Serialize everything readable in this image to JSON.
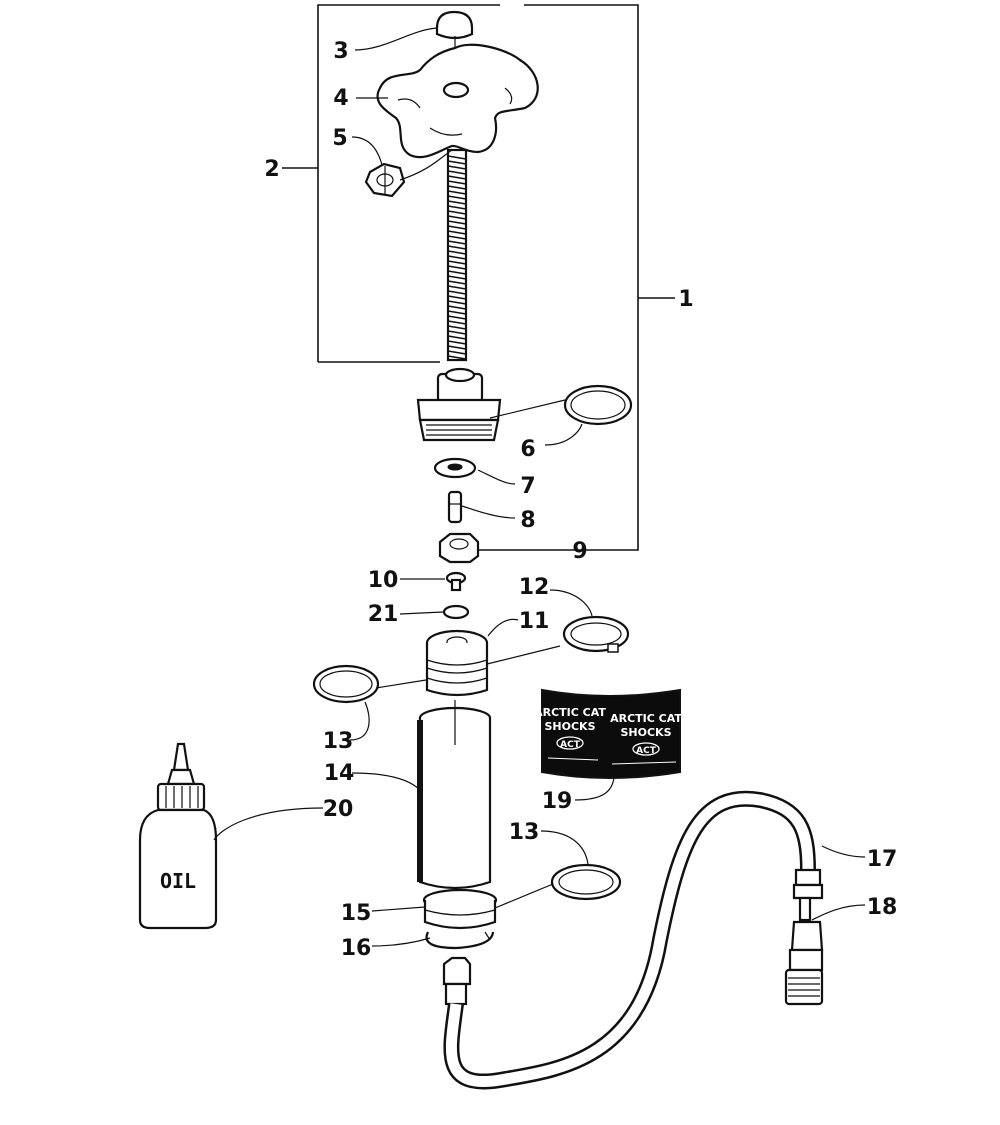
{
  "callouts": [
    "1",
    "2",
    "3",
    "4",
    "5",
    "6",
    "7",
    "8",
    "9",
    "10",
    "11",
    "12",
    "13",
    "13",
    "14",
    "15",
    "16",
    "17",
    "18",
    "19",
    "20",
    "21"
  ],
  "bottle_label": "OIL",
  "decal": {
    "line1": "ARCTIC CAT",
    "line2": "SHOCKS",
    "badge": "ACT"
  }
}
